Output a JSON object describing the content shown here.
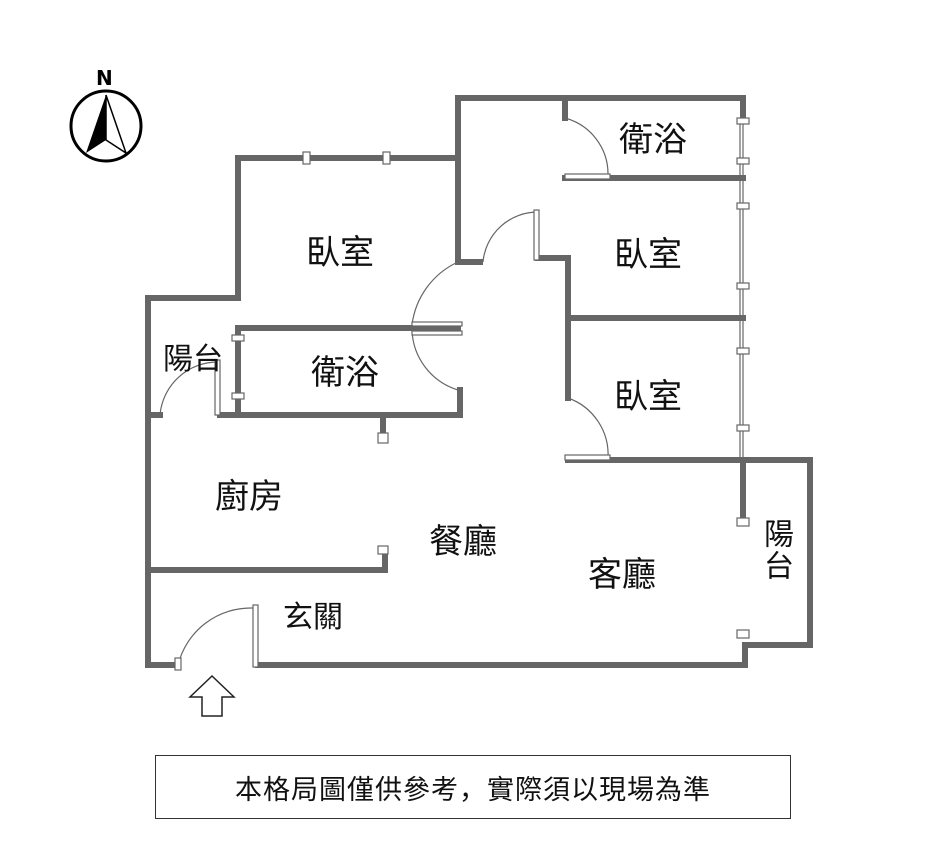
{
  "compass": {
    "label": "N",
    "icon": "north-arrow-icon"
  },
  "rooms": {
    "bedroom_left": "臥室",
    "bath_top_right": "衛浴",
    "bedroom_mid_right": "臥室",
    "balcony_left": "陽台",
    "bath_left": "衛浴",
    "bedroom_bottom_right": "臥室",
    "kitchen": "廚房",
    "dining": "餐廳",
    "living": "客廳",
    "balcony_right": "陽台",
    "entrance": "玄關"
  },
  "entry_icon": "entry-arrow-icon",
  "note": "本格局圖僅供參考，實際須以現場為準",
  "colors": {
    "wall": "#666666",
    "text": "#111111"
  }
}
